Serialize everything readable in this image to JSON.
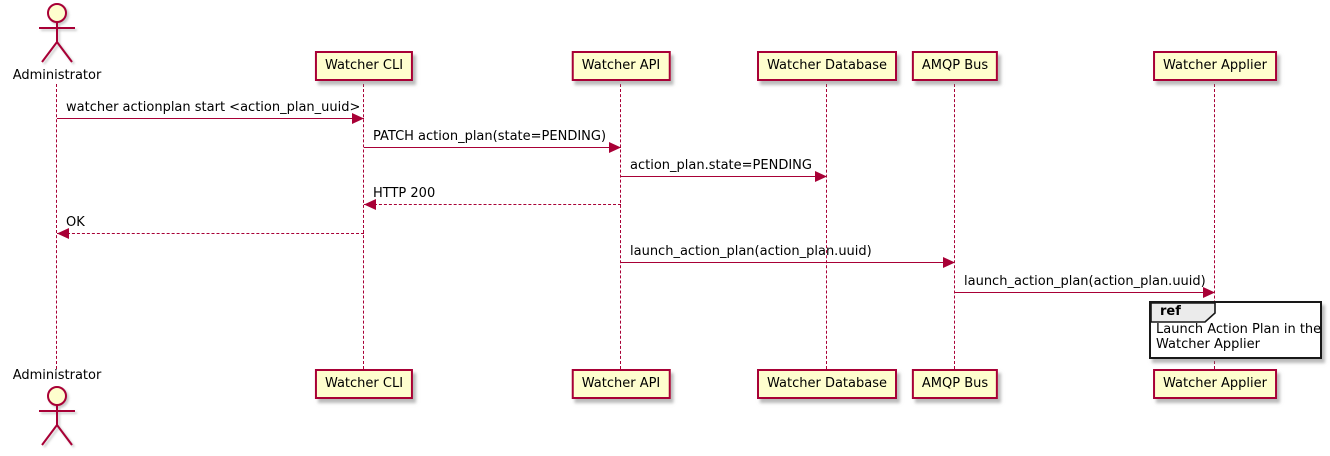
{
  "diagram": {
    "kind": "uml-sequence-diagram",
    "participants": [
      {
        "id": "administrator",
        "label": "Administrator",
        "type": "actor"
      },
      {
        "id": "watcher-cli",
        "label": "Watcher CLI",
        "type": "participant"
      },
      {
        "id": "watcher-api",
        "label": "Watcher API",
        "type": "participant"
      },
      {
        "id": "watcher-database",
        "label": "Watcher Database",
        "type": "participant"
      },
      {
        "id": "amqp-bus",
        "label": "AMQP Bus",
        "type": "participant"
      },
      {
        "id": "watcher-applier",
        "label": "Watcher Applier",
        "type": "participant"
      }
    ],
    "messages": [
      {
        "from": "administrator",
        "to": "watcher-cli",
        "label": "watcher actionplan start <action_plan_uuid>",
        "line": "solid"
      },
      {
        "from": "watcher-cli",
        "to": "watcher-api",
        "label": "PATCH action_plan(state=PENDING)",
        "line": "solid"
      },
      {
        "from": "watcher-api",
        "to": "watcher-database",
        "label": "action_plan.state=PENDING",
        "line": "solid"
      },
      {
        "from": "watcher-api",
        "to": "watcher-cli",
        "label": "HTTP 200",
        "line": "dashed"
      },
      {
        "from": "watcher-cli",
        "to": "administrator",
        "label": "OK",
        "line": "dashed"
      },
      {
        "from": "watcher-api",
        "to": "amqp-bus",
        "label": "launch_action_plan(action_plan.uuid)",
        "line": "solid"
      },
      {
        "from": "amqp-bus",
        "to": "watcher-applier",
        "label": "launch_action_plan(action_plan.uuid)",
        "line": "solid"
      }
    ],
    "ref_box": {
      "keyword": "ref",
      "over": "watcher-applier",
      "text_lines": [
        "Launch Action Plan in the",
        "Watcher Applier"
      ]
    },
    "colors": {
      "participant_fill": "#FEFECE",
      "participant_border": "#A80036",
      "lifeline": "#A80036",
      "arrow": "#A80036",
      "text": "#000000",
      "ref_border": "#181818",
      "ref_header_fill": "#EBEBEB",
      "background": "#FFFFFF"
    }
  }
}
